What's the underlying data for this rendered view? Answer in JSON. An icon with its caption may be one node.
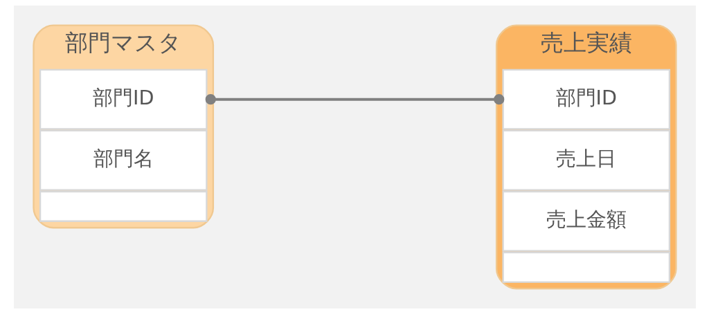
{
  "diagram": {
    "nodes": [
      {
        "text": [
          "部門マスタ"
        ]
      },
      {
        "text": [
          "部門ID"
        ],
        "in": 0
      },
      {
        "text": [
          "部門名"
        ],
        "in": 0
      },
      {
        "text": [],
        "shape": "box",
        "in": 0
      },
      {
        "text": [
          "売上実績"
        ]
      },
      {
        "text": [
          "部門ID"
        ],
        "in": 4
      },
      {
        "text": [
          "売上日"
        ],
        "in": 4
      },
      {
        "text": [
          "売上金額"
        ],
        "in": 4
      },
      {
        "text": [],
        "shape": "box",
        "in": 4
      }
    ],
    "edges": [
      {
        "from": 1,
        "to": 5,
        "arrow": "other"
      }
    ]
  }
}
